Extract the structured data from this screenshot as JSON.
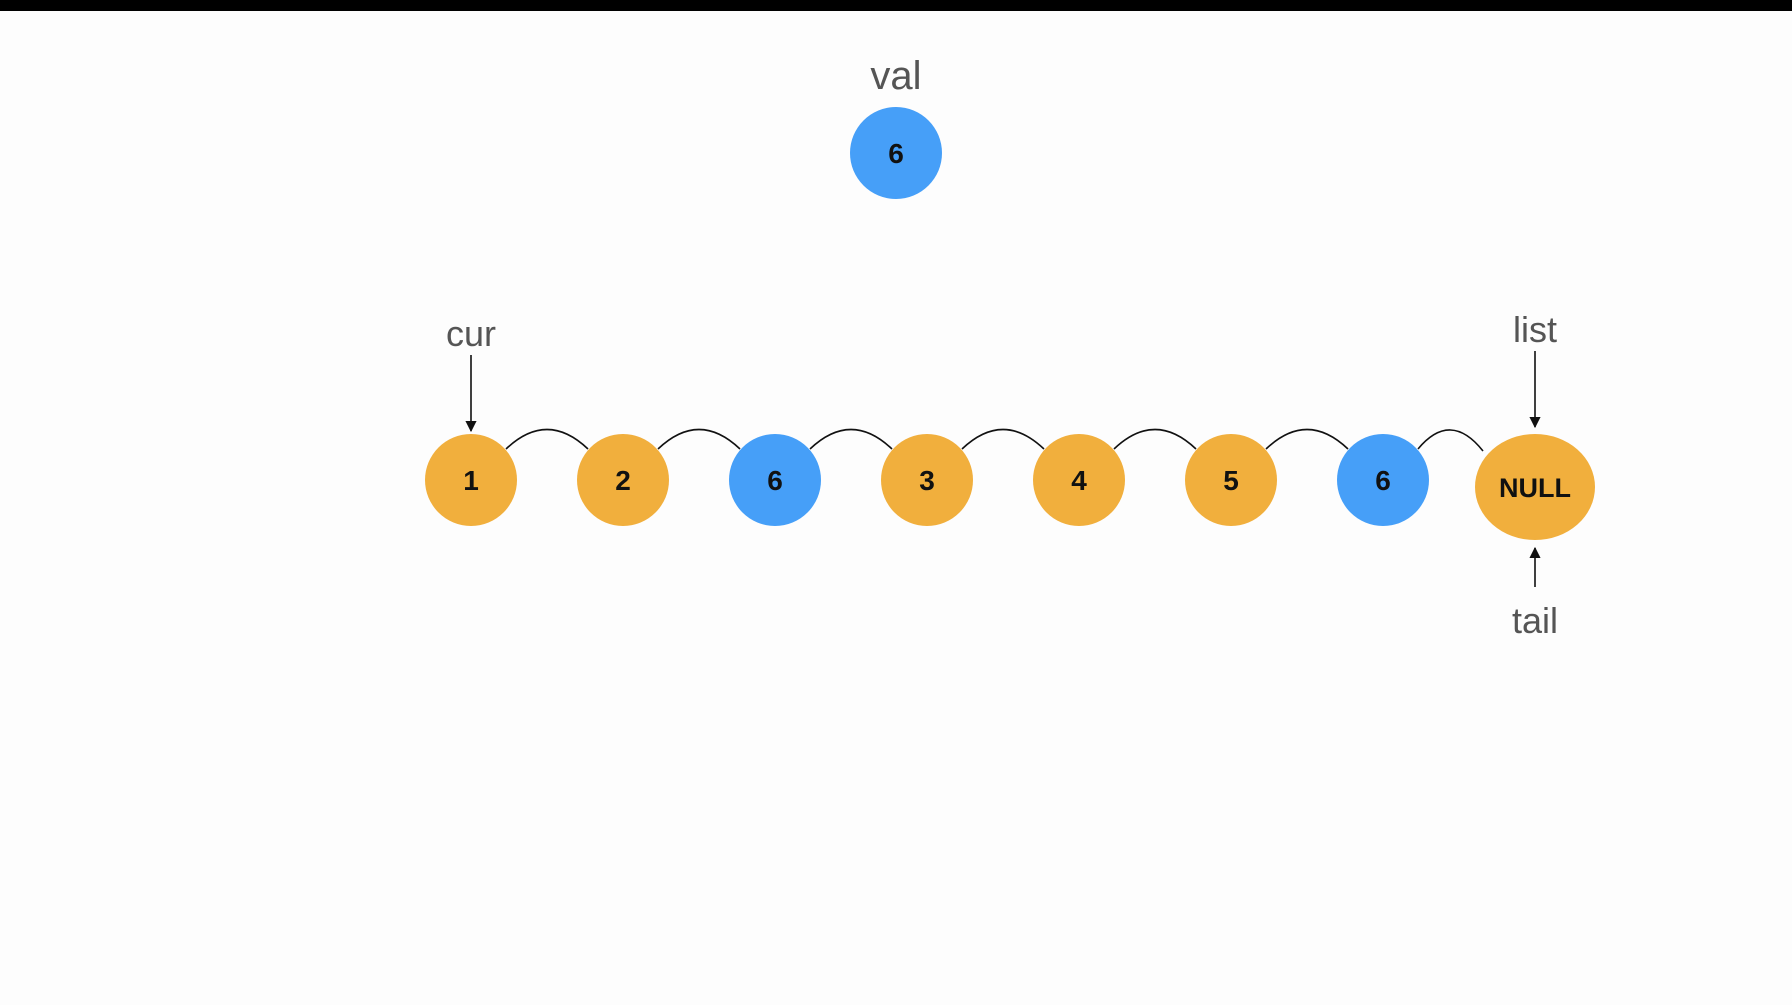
{
  "colors": {
    "normal_node": "#f1af3d",
    "target_node": "#469ff8",
    "label_text": "#555555",
    "node_text": "#111111",
    "links": "#111111",
    "top_bar": "#000000",
    "background": "#fdfdfd"
  },
  "val": {
    "label": "val",
    "value": "6",
    "role": "target"
  },
  "list": {
    "nodes": [
      {
        "value": "1",
        "role": "normal"
      },
      {
        "value": "2",
        "role": "normal"
      },
      {
        "value": "6",
        "role": "target"
      },
      {
        "value": "3",
        "role": "normal"
      },
      {
        "value": "4",
        "role": "normal"
      },
      {
        "value": "5",
        "role": "normal"
      },
      {
        "value": "6",
        "role": "target"
      },
      {
        "value": "NULL",
        "role": "normal"
      }
    ]
  },
  "pointers": [
    {
      "label": "cur",
      "node_index": 0,
      "side": "above"
    },
    {
      "label": "list",
      "node_index": 7,
      "side": "above"
    },
    {
      "label": "tail",
      "node_index": 7,
      "side": "below"
    }
  ]
}
